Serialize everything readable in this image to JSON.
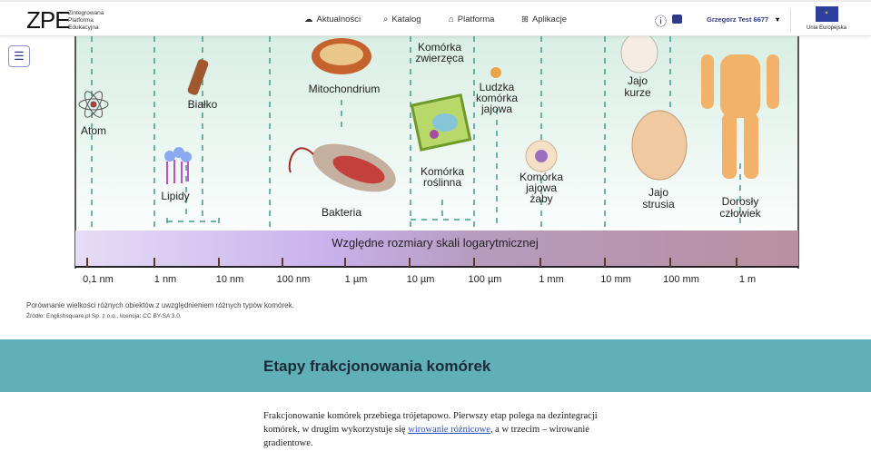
{
  "header": {
    "logo": "ZPE",
    "logo_sub": [
      "Zintegrowana",
      "Platforma",
      "Edukacyjna"
    ],
    "nav": [
      {
        "icon": "megaphone-icon",
        "label": "Aktualności"
      },
      {
        "icon": "search-icon",
        "label": "Katalog"
      },
      {
        "icon": "platform-icon",
        "label": "Platforma"
      },
      {
        "icon": "grid-icon",
        "label": "Aplikacje"
      }
    ],
    "user": "Grzegorz Test 6677",
    "eu_label": "Unia Europejska"
  },
  "figure": {
    "bar_title": "Względne rozmiary skali logarytmicznej",
    "ticks": [
      "0,1 nm",
      "1 nm",
      "10 nm",
      "100 nm",
      "1 µm",
      "10 µm",
      "100 µm",
      "1 mm",
      "10 mm",
      "100 mm",
      "1 m"
    ],
    "labels": {
      "atom": "Atom",
      "bialko": "Białko",
      "lipidy": "Lipidy",
      "mito": "Mitochondrium",
      "bakteria": "Bakteria",
      "kz1": "Komórka",
      "kz2": "zwierzęca",
      "lk1": "Ludzka",
      "lk2": "komórka",
      "lk3": "jajowa",
      "kr1": "Komórka",
      "kr2": "roślinna",
      "kj1": "Komórka",
      "kj2": "jajowa",
      "kj3": "żaby",
      "jk1": "Jajo",
      "jk2": "kurze",
      "js1": "Jajo",
      "js2": "strusia",
      "dc1": "Dorosły",
      "dc2": "człowiek"
    },
    "caption": "Porównanie wielkości różnych obiektów z uwzględnieniem różnych typów komórek.",
    "source": "Źródło: Englishsquare.pl Sp. z o.o., licencja: CC BY-SA 3.0."
  },
  "section": {
    "title": "Etapy frakcjonowania komórek",
    "p_before": "Frakcjonowanie komórek przebiega trójetapowo. Pierwszy etap polega na dezintegracji komórek, w drugim wykorzystuje się ",
    "link": "wirowanie różnicowe",
    "p_after": ", a w trzecim – wirowanie gradientowe."
  }
}
